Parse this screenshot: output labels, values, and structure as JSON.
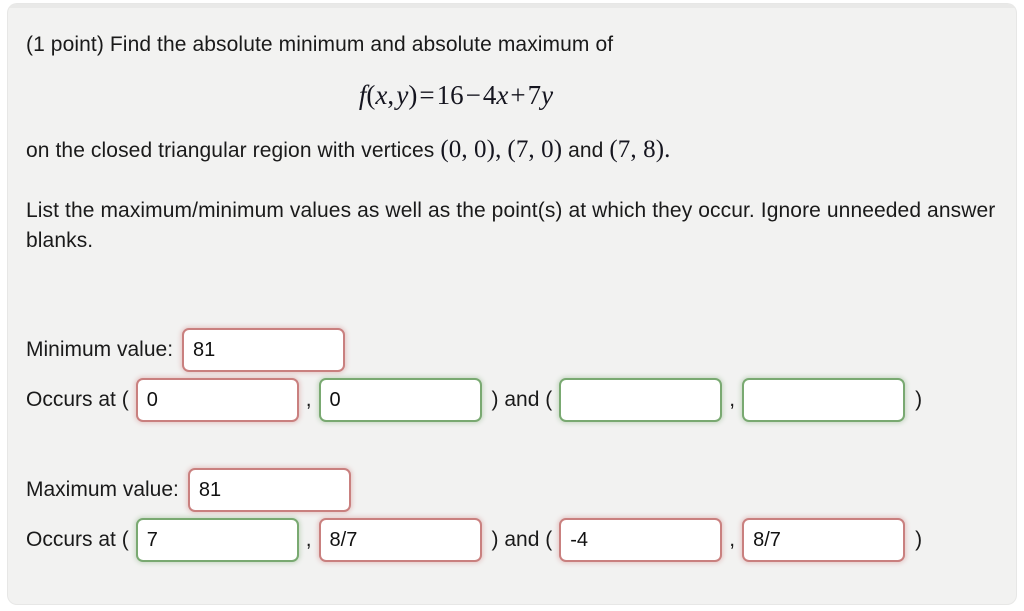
{
  "problem": {
    "intro": "(1 point) Find the absolute minimum and absolute maximum of",
    "formula": {
      "f": "f",
      "open": "(",
      "x": "x",
      "comma": ",",
      "y": "y",
      "close": ")",
      "equals": "=",
      "c16": "16",
      "minus": "−",
      "c4": "4",
      "x2": "x",
      "plus": "+",
      "c7": "7",
      "y2": "y",
      "plain": "f(x, y) = 16 − 4x + 7y"
    },
    "region_prefix": "on the closed triangular region with vertices",
    "vertex1": "(0, 0)",
    "vsep1": ",",
    "vertex2": "(7, 0)",
    "vjoin": "and",
    "vertex3": "(7, 8)",
    "vend": ".",
    "instructions": "List the maximum/minimum values as well as the point(s) at which they occur. Ignore unneeded answer blanks."
  },
  "answers": {
    "minimum": {
      "value_label": "Minimum value:",
      "value": "81",
      "value_status": "red",
      "occurs_label": "Occurs at (",
      "point1_x": "0",
      "point1_x_status": "red",
      "sep1": ",",
      "point1_y": "0",
      "point1_y_status": "green",
      "mid": ") and (",
      "point2_x": "",
      "point2_x_status": "green",
      "sep2": ",",
      "point2_y": "",
      "point2_y_status": "green",
      "end": ")"
    },
    "maximum": {
      "value_label": "Maximum value:",
      "value": "81",
      "value_status": "red",
      "occurs_label": "Occurs at (",
      "point1_x": "7",
      "point1_x_status": "green",
      "sep1": ",",
      "point1_y": "8/7",
      "point1_y_status": "red",
      "mid": ") and (",
      "point2_x": "-4",
      "point2_x_status": "red",
      "sep2": ",",
      "point2_y": "8/7",
      "point2_y_status": "red",
      "end": ")"
    }
  },
  "colors": {
    "incorrect_border": "#c9807f",
    "correct_border": "#79a971",
    "page_background": "#f2f2f1",
    "text": "#1a1a1a"
  }
}
